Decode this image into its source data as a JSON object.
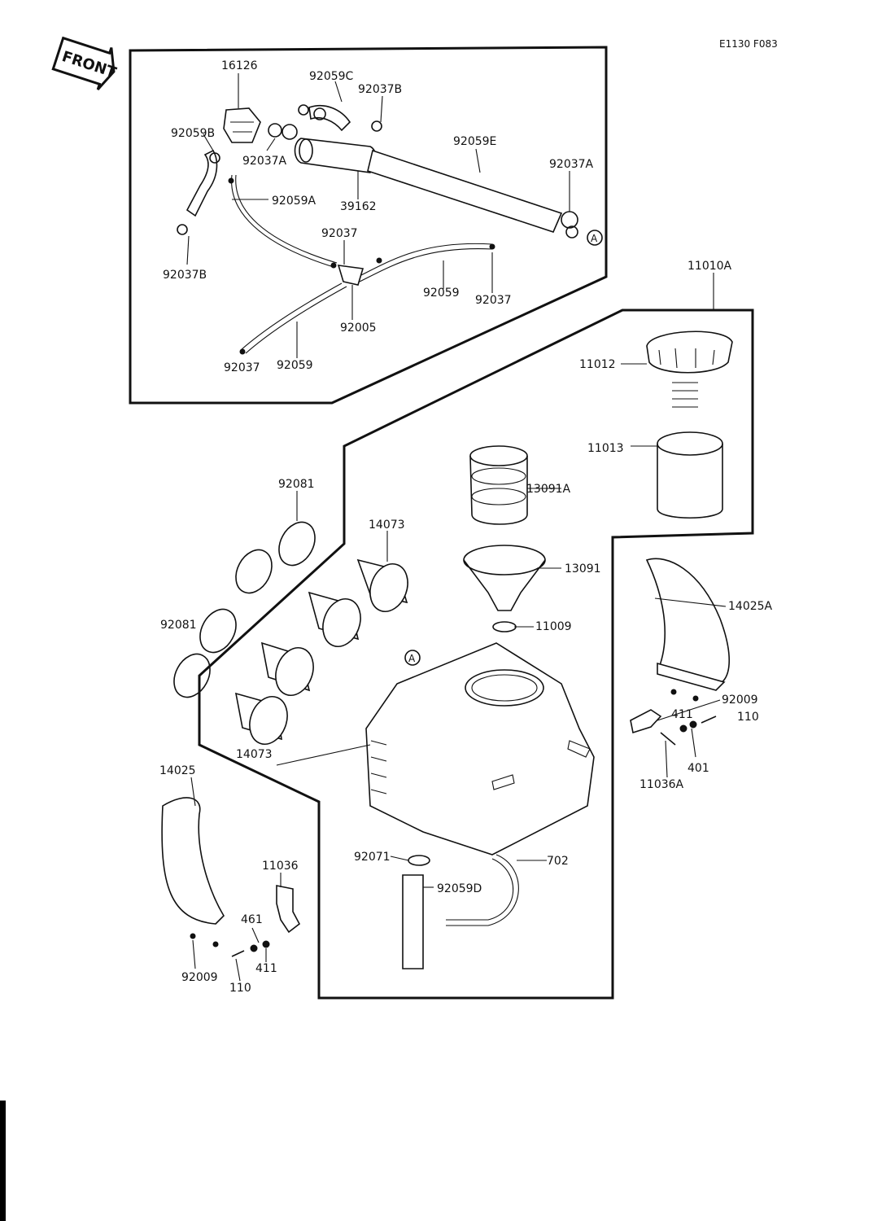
{
  "doc_code": "E1130 F083",
  "front_badge": "FRONT",
  "ref_a": "A",
  "labels": {
    "p16126": "16126",
    "p92059c": "92059C",
    "p92037b_top": "92037B",
    "p92059b": "92059B",
    "p92037a_left": "92037A",
    "p92059e": "92059E",
    "p92037a_right": "92037A",
    "p92059a": "92059A",
    "p39162": "39162",
    "p92037_mid": "92037",
    "p92037b_low": "92037B",
    "p92059_right": "92059",
    "p92037_right": "92037",
    "p92005": "92005",
    "p92037_bottom": "92037",
    "p92059_bottom": "92059",
    "p11010a": "11010A",
    "p11012": "11012",
    "p11013": "11013",
    "p13091a": "13091A",
    "p92081_top": "92081",
    "p14073_top": "14073",
    "p13091": "13091",
    "p14025a": "14025A",
    "p92081_left": "92081",
    "p11009": "11009",
    "p92009_right": "92009",
    "p411_right": "411",
    "p110_right": "110",
    "p401": "401",
    "p11036a": "11036A",
    "p14073_bottom": "14073",
    "p14025": "14025",
    "p92071": "92071",
    "p702": "702",
    "p92059d": "92059D",
    "p11036": "11036",
    "p461": "461",
    "p411_left": "411",
    "p92009_left": "92009",
    "p110_left": "110"
  }
}
